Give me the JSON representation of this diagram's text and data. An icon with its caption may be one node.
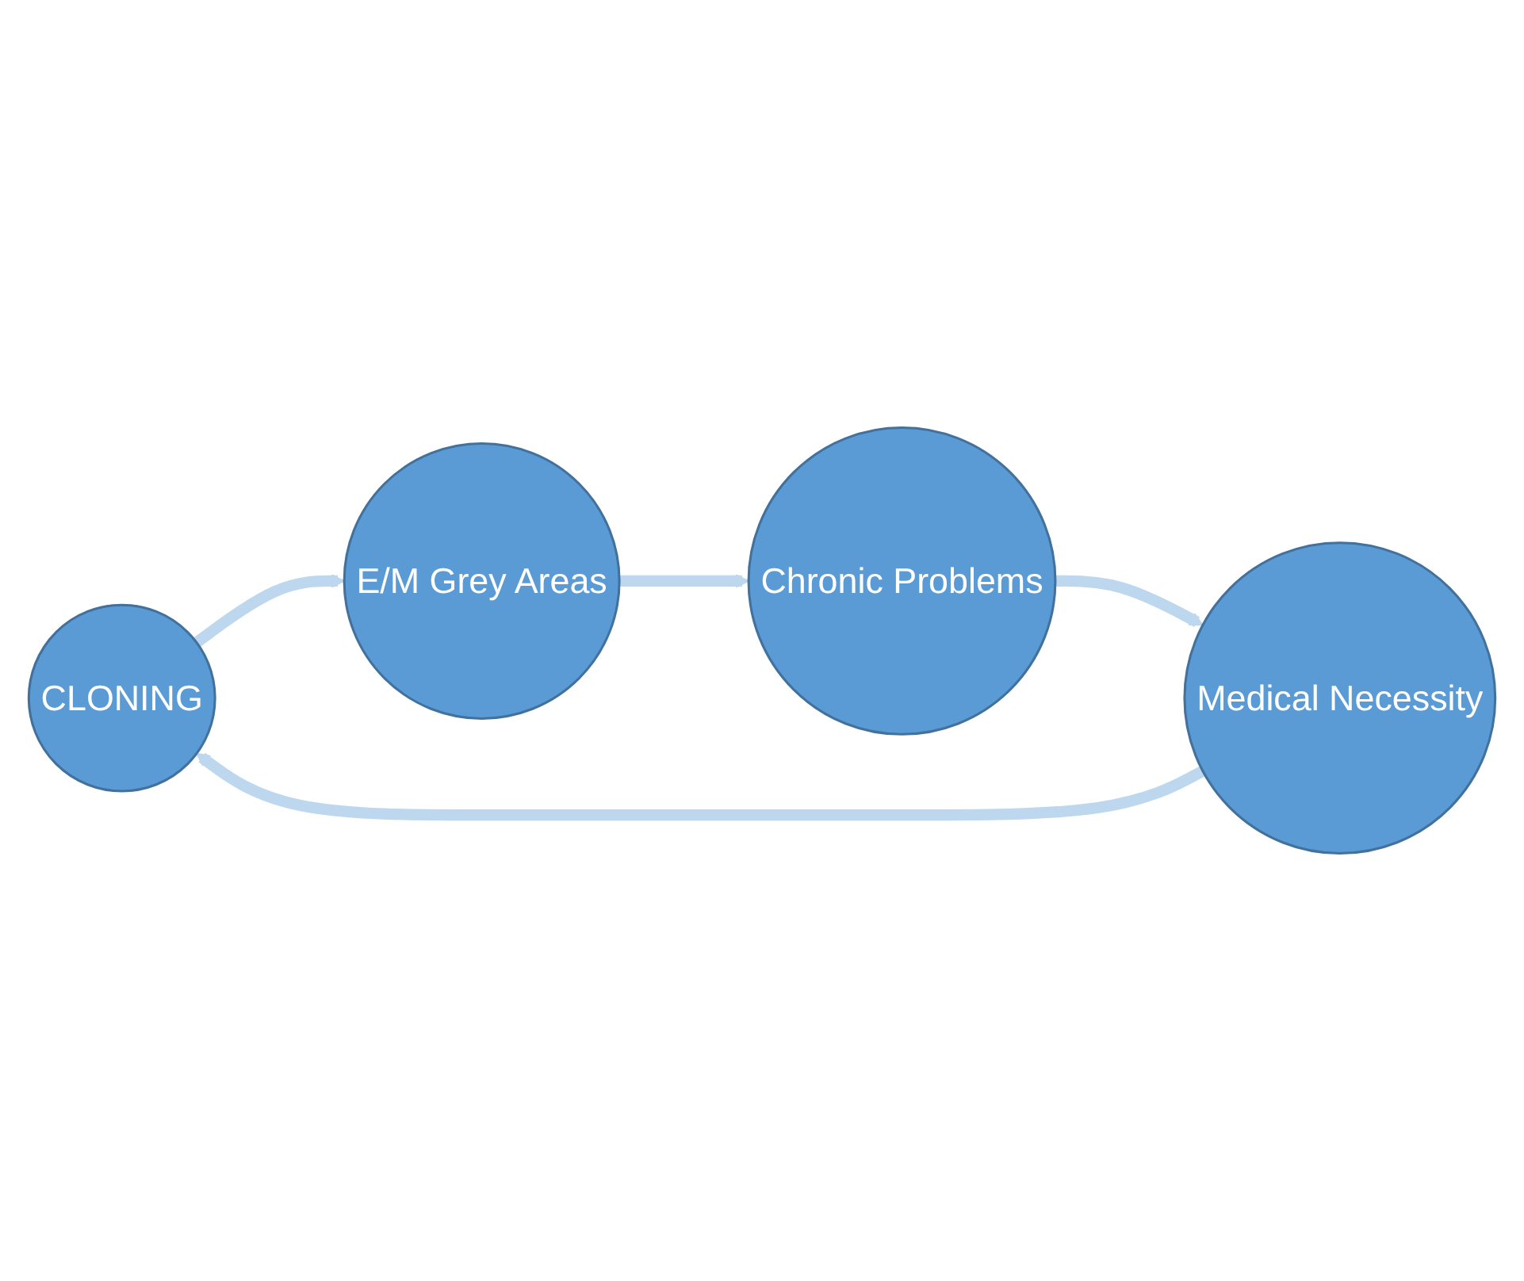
{
  "diagram": {
    "nodes": [
      {
        "text": [
          "CLONING"
        ]
      },
      {
        "text": [
          "E/M Grey Areas"
        ]
      },
      {
        "text": [
          "Chronic Problems"
        ]
      },
      {
        "text": [
          "Medical Necessity"
        ]
      }
    ],
    "edges": [
      {
        "from": 0,
        "to": 1,
        "arrow": "to"
      },
      {
        "from": 1,
        "to": 2,
        "arrow": "to"
      },
      {
        "from": 2,
        "to": 3,
        "arrow": "to"
      },
      {
        "from": 3,
        "to": 0,
        "arrow": "to"
      }
    ]
  }
}
